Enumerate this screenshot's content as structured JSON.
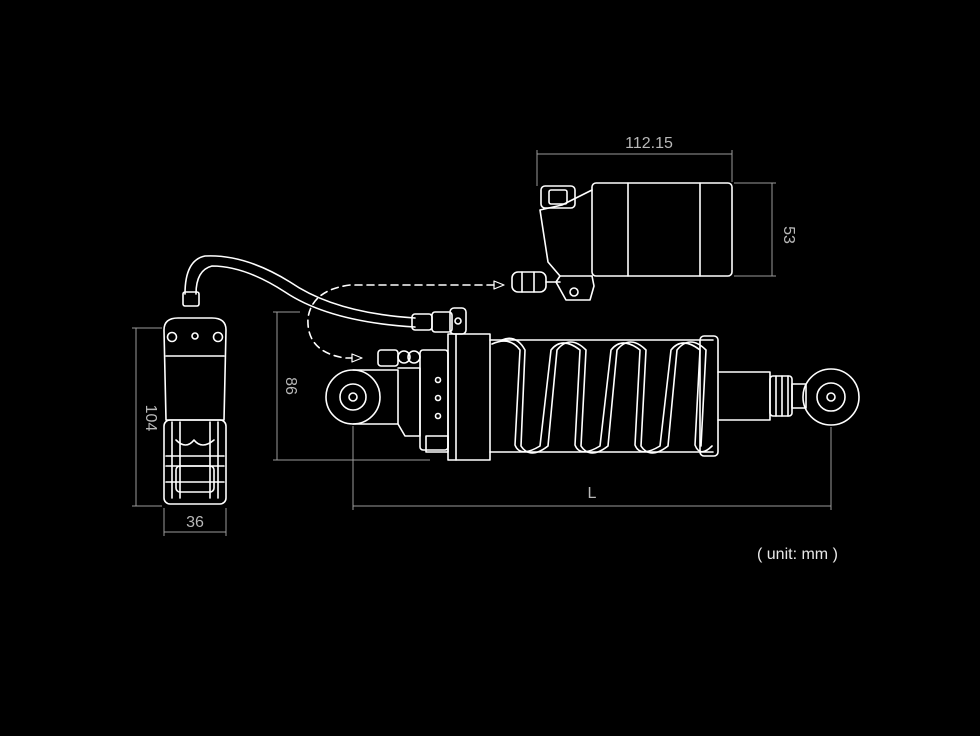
{
  "dimensions": {
    "reservoir_length": "112.15",
    "reservoir_diameter": "53",
    "body_height": "86",
    "adjuster_height": "104",
    "adjuster_width": "36",
    "overall_length": "L"
  },
  "unit_note": "( unit: mm )",
  "colors": {
    "background": "#000000",
    "line": "#ffffff",
    "dimension": "#9a9a9a"
  }
}
